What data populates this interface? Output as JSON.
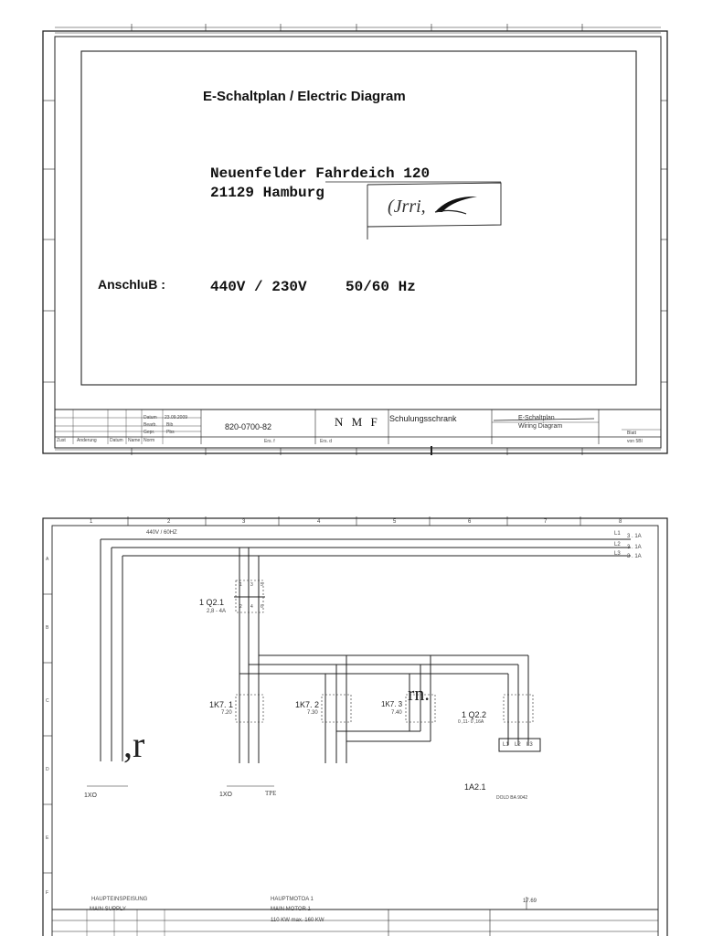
{
  "sheet1": {
    "title": "E-Schaltplan / Electric Diagram",
    "address_line1": "Neuenfelder Fahrdeich 120",
    "address_line2": "21129 Hamburg",
    "logo_text": "(Jrri,",
    "connection_label": "AnschluB :",
    "voltage": "440V / 230V",
    "frequency": "50/60 Hz",
    "title_block": {
      "datum_label": "Datum",
      "datum_value": "23.09.2009",
      "bearb_label": "Bearb.",
      "bearb_value": "Bib",
      "gepr_label": "Gepr.",
      "gepr_value": "Pbs",
      "norm_label": "Norm",
      "zust_label": "Zust",
      "aenderung_label": "Anderung",
      "datum2_label": "Datum",
      "name_label": "Name",
      "drawing_number": "820-0700-82",
      "company": "N M F",
      "project": "Schulungsschrank",
      "doc_type": "E-Schaltplan",
      "doc_type_en": "Wiring Diagram",
      "blatt": "Blatt",
      "sheet_ref": "von 5Bl",
      "ersatz_fuer": "Ers. f",
      "ersatz_durch": "Ers. d"
    }
  },
  "sheet2": {
    "supply": "440V / 60HZ",
    "phase_labels": [
      "L1",
      "L2",
      "L3"
    ],
    "phase_refs": [
      "3 . 1A",
      "3 . 1A",
      "3 . 1A"
    ],
    "components": {
      "q21": "1 Q2.1",
      "q21_rating": "2,8 - 4A",
      "k71": "1K7. 1",
      "k71_ref": "7.20",
      "k72": "1K7. 2",
      "k72_ref": "7.30",
      "k73": "1K7. 3",
      "k73_ref": "7.40",
      "q22": "1 Q2.2",
      "q22_rating": "0 ,11- 0 ,16A",
      "a21": "1A2.1",
      "a21_desc": "DOLD BA 9042",
      "x0_left": "1XO",
      "x0_mid": "1XO",
      "tpe": "TPE",
      "motor_terminals": [
        "L1",
        "L2",
        "L3"
      ],
      "pin_top": [
        "1",
        "3",
        "5"
      ],
      "pin_bottom": [
        "2",
        "4",
        "6"
      ],
      "scribble_r": ",r",
      "scribble_rn": "rn.",
      "ref_17": "17.69"
    },
    "footer": {
      "supply_de": "HAUPTEINSPEISUNG",
      "supply_en": "MAIN SUPPLY",
      "motor_de": "HAUPTMOTOA 1",
      "motor_en": "MAIN MOTOR 1",
      "motor_power": "110 KW max. 160 KW"
    },
    "column_numbers": [
      "1",
      "2",
      "3",
      "4",
      "5",
      "6",
      "7",
      "8"
    ],
    "row_letters": [
      "A",
      "B",
      "C",
      "D",
      "E",
      "F"
    ]
  }
}
